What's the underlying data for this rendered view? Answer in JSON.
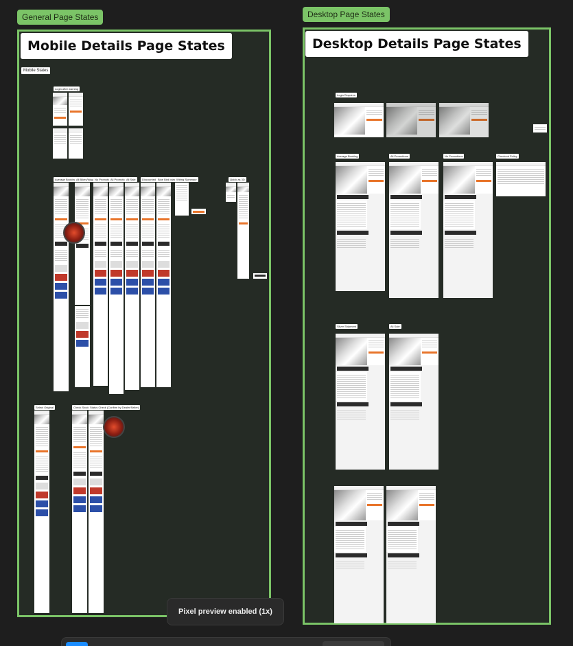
{
  "sections": {
    "left_tag": "General Page States",
    "right_tag": "Desktop Page States",
    "left_title": "Mobile Details Page States",
    "right_title": "Desktop Details Page States"
  },
  "mobile_labels": {
    "mobile_states": "Mobile States",
    "login_warning": "Login after warning",
    "group": [
      "Average Booking",
      "All Bikes/Wagon",
      "No Promotion",
      "All Promotion",
      "All Sale",
      "Discounted",
      "Blue Bird Injection",
      "Wiring Summary"
    ],
    "extra": "Quick as 3D",
    "bottom": [
      "Select Original",
      "Check Stock",
      "Status Check (Confirm by Dealer/Seller)"
    ]
  },
  "desktop_labels": {
    "login": "Login Requires",
    "group": [
      "Average Booking",
      "All Promotions",
      "No Promotions",
      "Checkout Policy"
    ],
    "row3": [
      "Silver Shipment",
      "All Sale"
    ]
  },
  "toast": {
    "text": "Pixel preview enabled (1x)"
  },
  "colors": {
    "accent": "#7bc467",
    "frame_bg": "#252b25",
    "brand": "#e8742a"
  },
  "icons": [
    "avatar-icon",
    "toolbar-move-icon"
  ]
}
